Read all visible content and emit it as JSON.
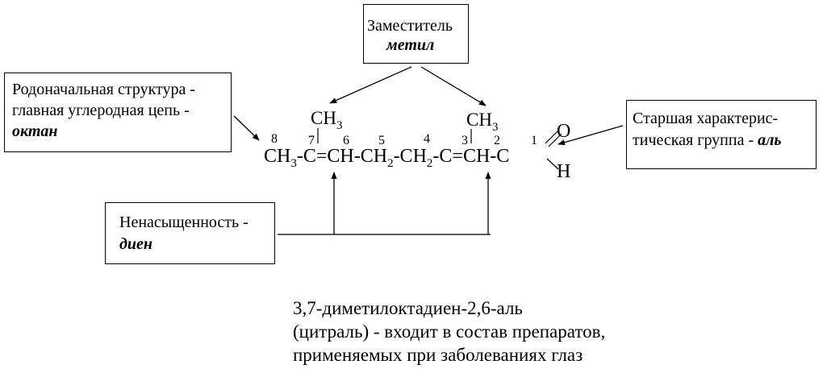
{
  "substituent_box": {
    "line1": "Заместитель",
    "line2": "метил"
  },
  "parent_box": {
    "line1": "Родоначальная структура -",
    "line2": "главная углеродная цепь -",
    "line3": "октан"
  },
  "group_box": {
    "line1": "Старшая  характерис-",
    "line2": "тическая группа  -",
    "line3": "аль"
  },
  "unsat_box": {
    "line1": "Ненасыщенность -",
    "line2": "диен"
  },
  "formula": {
    "branch_left": "CH",
    "branch_left_sub": "3",
    "branch_right": "CH",
    "branch_right_sub": "3",
    "main_part1": "CH",
    "main_sub1": "3",
    "main_part2": "-C=CH-CH",
    "main_sub2": "2",
    "main_part3": "-CH",
    "main_sub3": "2",
    "main_part4": "-C=CH-C",
    "oxygen": "O",
    "hydrogen": "H",
    "numbers": [
      "8",
      "7",
      "6",
      "5",
      "4",
      "3",
      "2",
      "1"
    ]
  },
  "caption": {
    "line1": "3,7-диметилоктадиен-2,6-аль",
    "line2": "(цитраль) - входит в состав препаратов,",
    "line3": "применяемых при заболеваниях глаз"
  }
}
